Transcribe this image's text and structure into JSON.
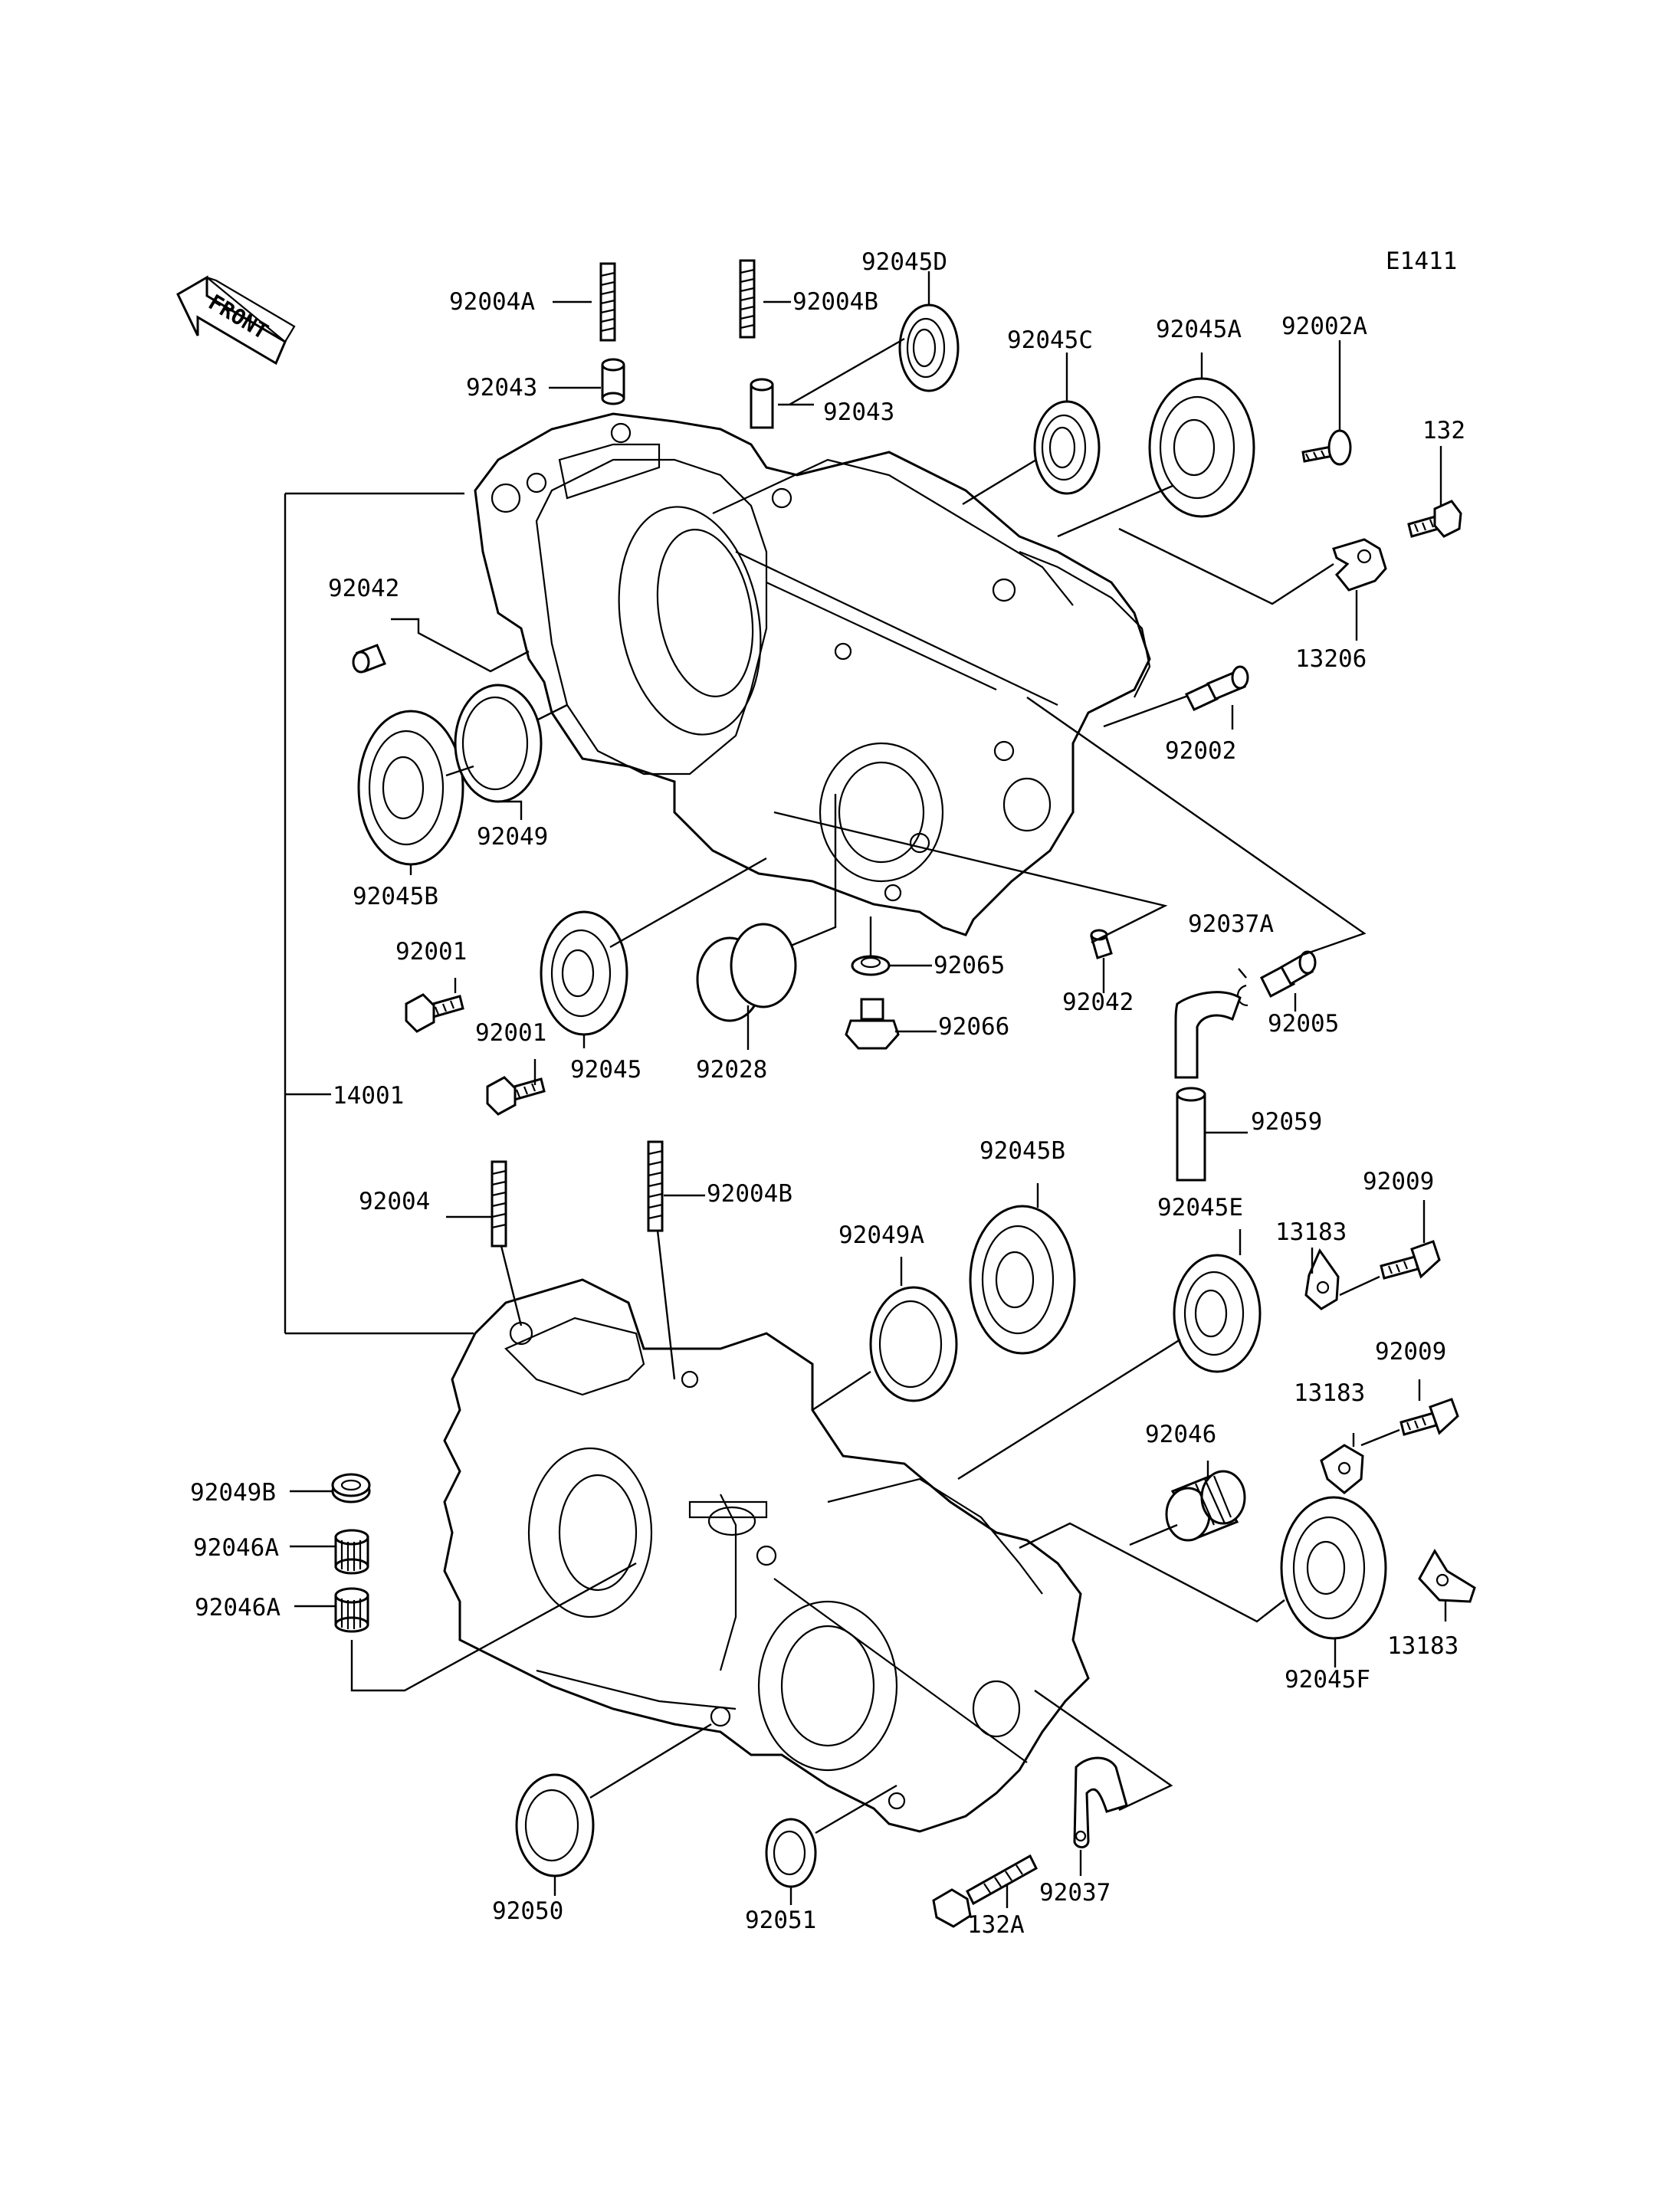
{
  "diagram": {
    "code": "E1411",
    "front_label": "FRONT",
    "callouts": {
      "c92004A": "92004A",
      "c92004B_top": "92004B",
      "c92045D": "92045D",
      "c92043_left": "92043",
      "c92043_right": "92043",
      "c92045C": "92045C",
      "c92045A": "92045A",
      "c92002A": "92002A",
      "c132": "132",
      "c13206": "13206",
      "c92042_top": "92042",
      "c92002": "92002",
      "c92049": "92049",
      "c92045B_top": "92045B",
      "c92001_a": "92001",
      "c92001_b": "92001",
      "c92045": "92045",
      "c92028": "92028",
      "c92065": "92065",
      "c92066": "92066",
      "c92042_mid": "92042",
      "c92037A": "92037A",
      "c92005": "92005",
      "c14001": "14001",
      "c92059": "92059",
      "c92004": "92004",
      "c92004B_low": "92004B",
      "c92045B_low": "92045B",
      "c92049A": "92049A",
      "c92045E": "92045E",
      "c13183_a": "13183",
      "c92009_a": "92009",
      "c92009_b": "92009",
      "c13183_b": "13183",
      "c92046": "92046",
      "c92049B": "92049B",
      "c92046A_a": "92046A",
      "c92046A_b": "92046A",
      "c13183_c": "13183",
      "c92045F": "92045F",
      "c92050": "92050",
      "c92051": "92051",
      "c132A": "132A",
      "c92037": "92037"
    }
  }
}
